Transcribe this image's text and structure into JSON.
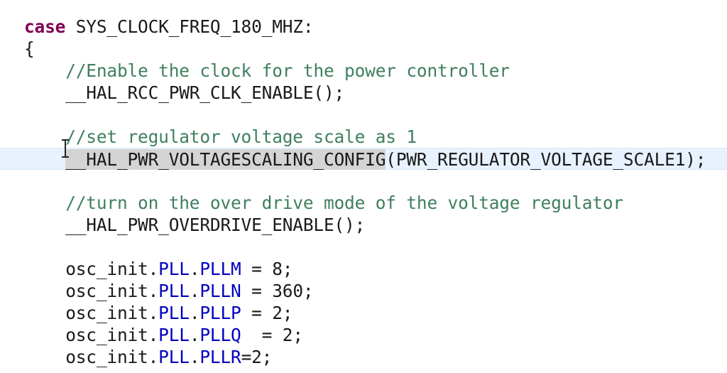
{
  "editor": {
    "lines": [
      [
        {
          "t": "case",
          "k": "keyword"
        },
        {
          "t": " SYS_CLOCK_FREQ_180_MHZ:",
          "k": "plain"
        }
      ],
      [
        {
          "t": "{",
          "k": "plain"
        }
      ],
      [
        {
          "t": "    //Enable the clock for the power controller",
          "k": "comment"
        }
      ],
      [
        {
          "t": "    __HAL_RCC_PWR_CLK_ENABLE();",
          "k": "plain"
        }
      ],
      [],
      [
        {
          "t": "    //set regulator voltage scale as 1",
          "k": "comment"
        }
      ],
      [
        {
          "t": "    ",
          "k": "plain"
        },
        {
          "t": "__HAL_PWR_VOLTAGESCALING_CONFIG",
          "k": "plain",
          "sel": true
        },
        {
          "t": "(PWR_REGULATOR_VOLTAGE_SCALE1);",
          "k": "plain"
        }
      ],
      [],
      [
        {
          "t": "    //turn on the over drive mode of the voltage regulator",
          "k": "comment"
        }
      ],
      [
        {
          "t": "    __HAL_PWR_OVERDRIVE_ENABLE();",
          "k": "plain"
        }
      ],
      [],
      [
        {
          "t": "    osc_init.",
          "k": "plain"
        },
        {
          "t": "PLL",
          "k": "field"
        },
        {
          "t": ".",
          "k": "plain"
        },
        {
          "t": "PLLM",
          "k": "field"
        },
        {
          "t": " = 8;",
          "k": "plain"
        }
      ],
      [
        {
          "t": "    osc_init.",
          "k": "plain"
        },
        {
          "t": "PLL",
          "k": "field"
        },
        {
          "t": ".",
          "k": "plain"
        },
        {
          "t": "PLLN",
          "k": "field"
        },
        {
          "t": " = 360;",
          "k": "plain"
        }
      ],
      [
        {
          "t": "    osc_init.",
          "k": "plain"
        },
        {
          "t": "PLL",
          "k": "field"
        },
        {
          "t": ".",
          "k": "plain"
        },
        {
          "t": "PLLP",
          "k": "field"
        },
        {
          "t": " = 2;",
          "k": "plain"
        }
      ],
      [
        {
          "t": "    osc_init.",
          "k": "plain"
        },
        {
          "t": "PLL",
          "k": "field"
        },
        {
          "t": ".",
          "k": "plain"
        },
        {
          "t": "PLLQ",
          "k": "field"
        },
        {
          "t": "  = 2;",
          "k": "plain"
        }
      ],
      [
        {
          "t": "    osc_init.",
          "k": "plain"
        },
        {
          "t": "PLL",
          "k": "field"
        },
        {
          "t": ".",
          "k": "plain"
        },
        {
          "t": "PLLR",
          "k": "field"
        },
        {
          "t": "=2;",
          "k": "plain"
        }
      ]
    ],
    "current_line": 6,
    "colors": {
      "keyword": "#7f0055",
      "comment": "#3f7f5f",
      "field": "#0000c0",
      "text": "#1a1a1a",
      "current_line_bg": "#e8f2fe",
      "selection_bg": "#d4d4d4"
    },
    "cursor_icon": "text-cursor-icon"
  }
}
